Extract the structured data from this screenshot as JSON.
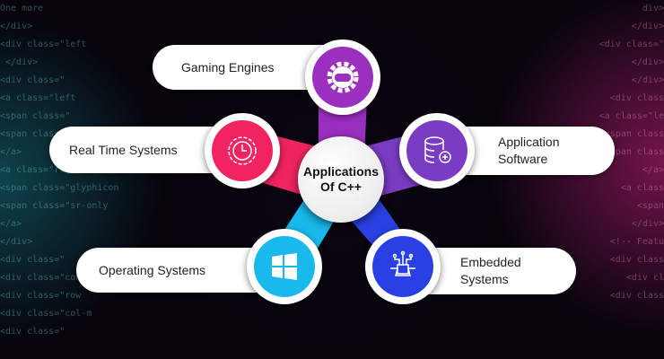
{
  "center": {
    "line1": "Applications",
    "line2": "Of C++"
  },
  "items": [
    {
      "label": "Gaming Engines",
      "icon": "gamepad-gear-icon",
      "color": "#9b2fc0"
    },
    {
      "label": "Real Time Systems",
      "icon": "clock-gear-icon",
      "color": "#ef2460"
    },
    {
      "label": "Application Software",
      "icon": "database-plus-icon",
      "color": "#7a3cc2"
    },
    {
      "label": "Operating Systems",
      "icon": "windows-icon",
      "color": "#19b9ec"
    },
    {
      "label": "Embedded Systems",
      "icon": "chip-gear-icon",
      "color": "#2a40e2"
    }
  ]
}
